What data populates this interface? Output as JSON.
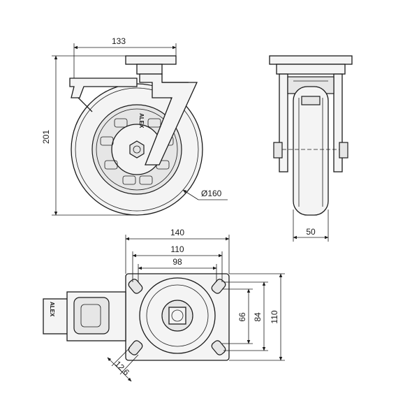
{
  "dimensions": {
    "side_width": "133",
    "overall_height": "201",
    "wheel_diameter": "Ø160",
    "wheel_width": "50",
    "plate_width": "140",
    "hole_spacing_outer_x": "110",
    "hole_spacing_inner_x": "98",
    "hole_spacing_inner_y": "66",
    "hole_spacing_mid_y": "84",
    "plate_height": "110",
    "slot_size": "12.6"
  },
  "brand_mark": "ALEX"
}
